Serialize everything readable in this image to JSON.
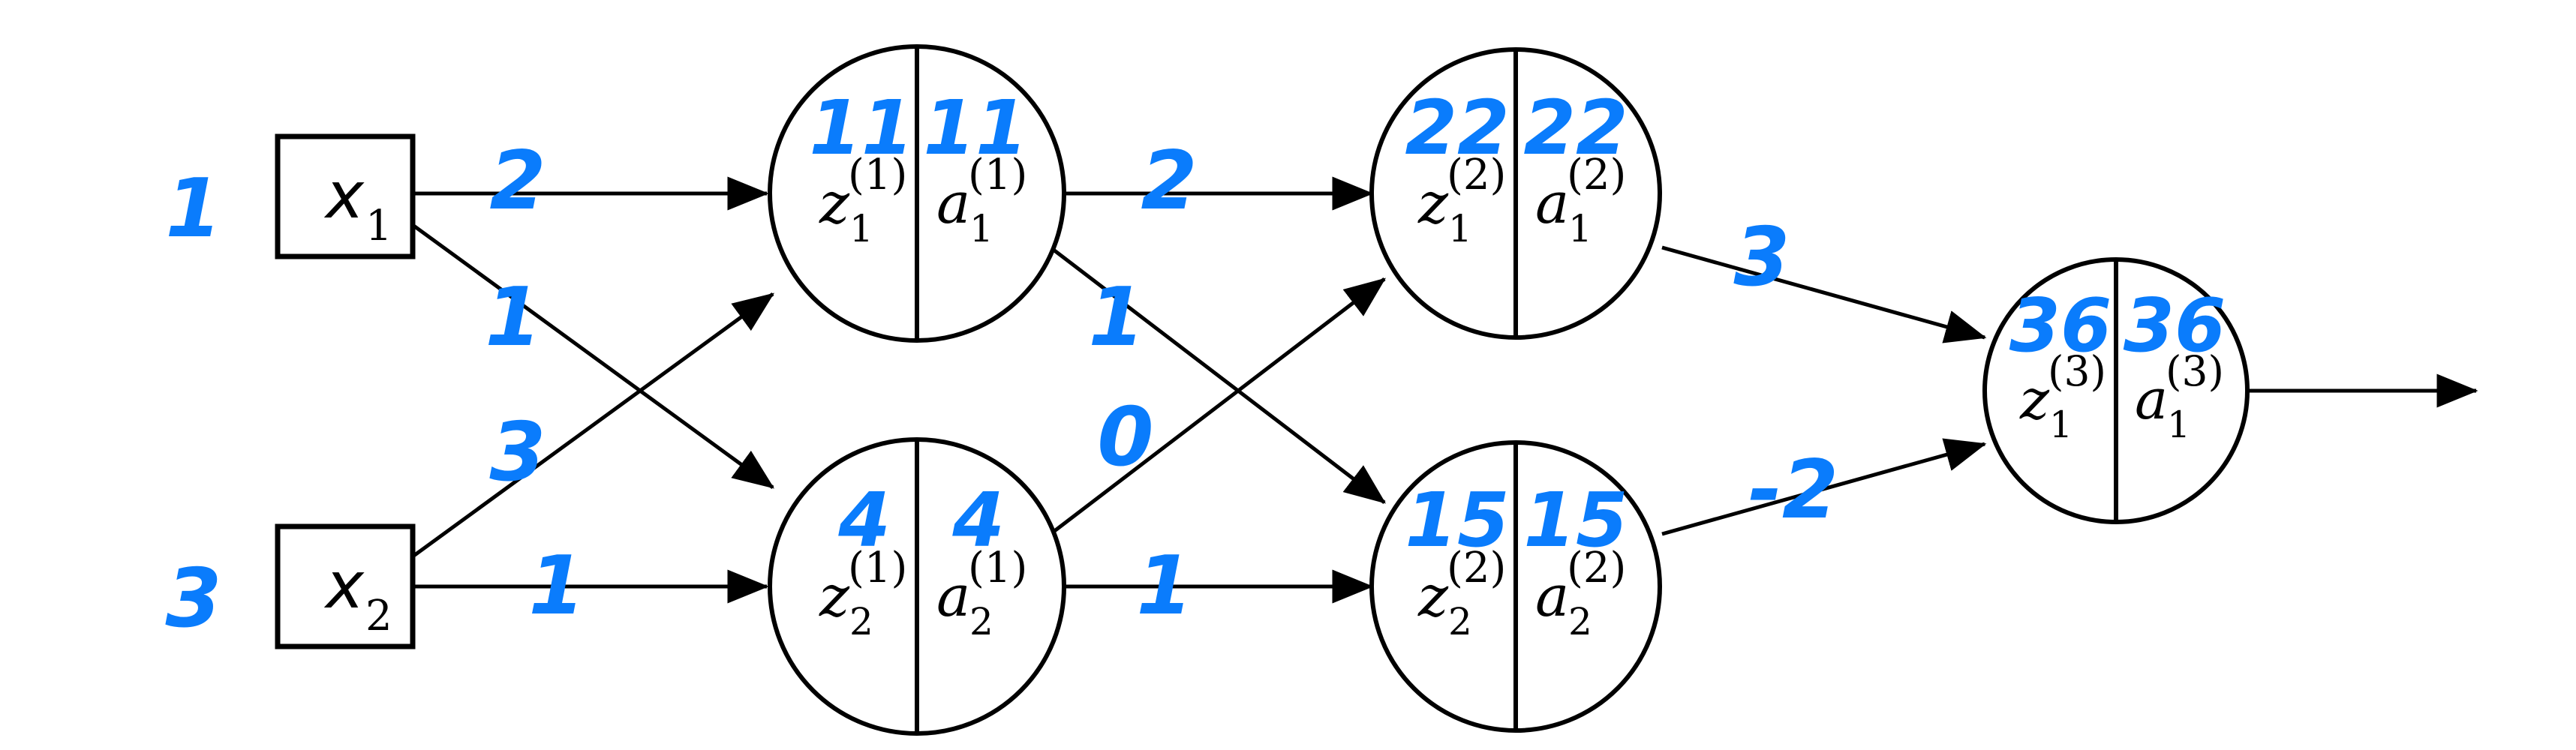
{
  "diagram": {
    "title": "Neural network forward propagation worked example",
    "accent_color": "#0a7cfc",
    "stroke_color": "#000000",
    "background_color": "#ffffff"
  },
  "inputs": [
    {
      "id": "x1",
      "label": "x",
      "sub": "1",
      "value": "1"
    },
    {
      "id": "x2",
      "label": "x",
      "sub": "2",
      "value": "3"
    }
  ],
  "neurons": [
    {
      "id": "n1-1",
      "z_label": "z",
      "z_sub": "1",
      "z_sup": "(1)",
      "z_value": "11",
      "a_label": "a",
      "a_sub": "1",
      "a_sup": "(1)",
      "a_value": "11"
    },
    {
      "id": "n1-2",
      "z_label": "z",
      "z_sub": "2",
      "z_sup": "(1)",
      "z_value": "4",
      "a_label": "a",
      "a_sub": "2",
      "a_sup": "(1)",
      "a_value": "4"
    },
    {
      "id": "n2-1",
      "z_label": "z",
      "z_sub": "1",
      "z_sup": "(2)",
      "z_value": "22",
      "a_label": "a",
      "a_sub": "1",
      "a_sup": "(2)",
      "a_value": "22"
    },
    {
      "id": "n2-2",
      "z_label": "z",
      "z_sub": "2",
      "z_sup": "(2)",
      "z_value": "15",
      "a_label": "a",
      "a_sub": "2",
      "a_sup": "(2)",
      "a_value": "15"
    },
    {
      "id": "n3-1",
      "z_label": "z",
      "z_sub": "1",
      "z_sup": "(3)",
      "z_value": "36",
      "a_label": "a",
      "a_sub": "1",
      "a_sup": "(3)",
      "a_value": "36"
    }
  ],
  "weights": [
    {
      "id": "w-x1-n11",
      "value": "2",
      "from": "x1",
      "to": "n1-1"
    },
    {
      "id": "w-x1-n12",
      "value": "1",
      "from": "x1",
      "to": "n1-2"
    },
    {
      "id": "w-x2-n11",
      "value": "3",
      "from": "x2",
      "to": "n1-1"
    },
    {
      "id": "w-x2-n12",
      "value": "1",
      "from": "x2",
      "to": "n1-2"
    },
    {
      "id": "w-n11-n21",
      "value": "2",
      "from": "n1-1",
      "to": "n2-1"
    },
    {
      "id": "w-n11-n22",
      "value": "1",
      "from": "n1-1",
      "to": "n2-2"
    },
    {
      "id": "w-n12-n21",
      "value": "0",
      "from": "n1-2",
      "to": "n2-1"
    },
    {
      "id": "w-n12-n22",
      "value": "1",
      "from": "n1-2",
      "to": "n2-2"
    },
    {
      "id": "w-n21-n31",
      "value": "3",
      "from": "n2-1",
      "to": "n3-1"
    },
    {
      "id": "w-n22-n31",
      "value": "-2",
      "from": "n2-2",
      "to": "n3-1"
    }
  ]
}
